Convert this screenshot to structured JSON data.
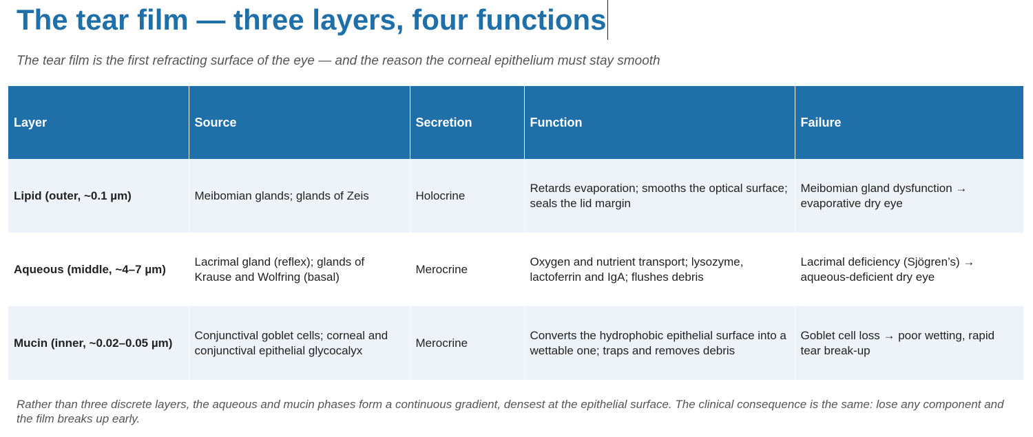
{
  "title": "The tear film — three layers, four functions",
  "subtitle": "The tear film is the first refracting surface of the eye — and the reason the corneal epithelium must stay smooth",
  "table": {
    "headers": [
      "Layer",
      "Source",
      "Secretion",
      "Function",
      "Failure"
    ],
    "rows": [
      {
        "layer": "Lipid (outer, ~0.1 µm)",
        "source": "Meibomian glands; glands of Zeis",
        "secretion": "Holocrine",
        "function": "Retards evaporation; smooths the optical surface; seals the lid margin",
        "failure": "Meibomian gland dysfunction → evaporative dry eye"
      },
      {
        "layer": "Aqueous (middle, ~4–7 µm)",
        "source": "Lacrimal gland (reflex); glands of Krause and Wolfring (basal)",
        "secretion": "Merocrine",
        "function": "Oxygen and nutrient transport; lysozyme, lactoferrin and IgA; flushes debris",
        "failure": "Lacrimal deficiency (Sjögren’s) → aqueous-deficient dry eye"
      },
      {
        "layer": "Mucin (inner, ~0.02–0.05 µm)",
        "source": "Conjunctival goblet cells; corneal and conjunctival epithelial glycocalyx",
        "secretion": "Merocrine",
        "function": "Converts the hydrophobic epithelial surface into a wettable one; traps and removes debris",
        "failure": "Goblet cell loss → poor wetting, rapid tear break-up"
      }
    ]
  },
  "footnote": "Rather than three discrete layers, the aqueous and mucin phases form a continuous gradient, densest at the epithelial surface. The clinical consequence is the same: lose any component and the film breaks up early.",
  "colors": {
    "accent": "#1f6fa8",
    "row_alt": "#eef3f9"
  }
}
